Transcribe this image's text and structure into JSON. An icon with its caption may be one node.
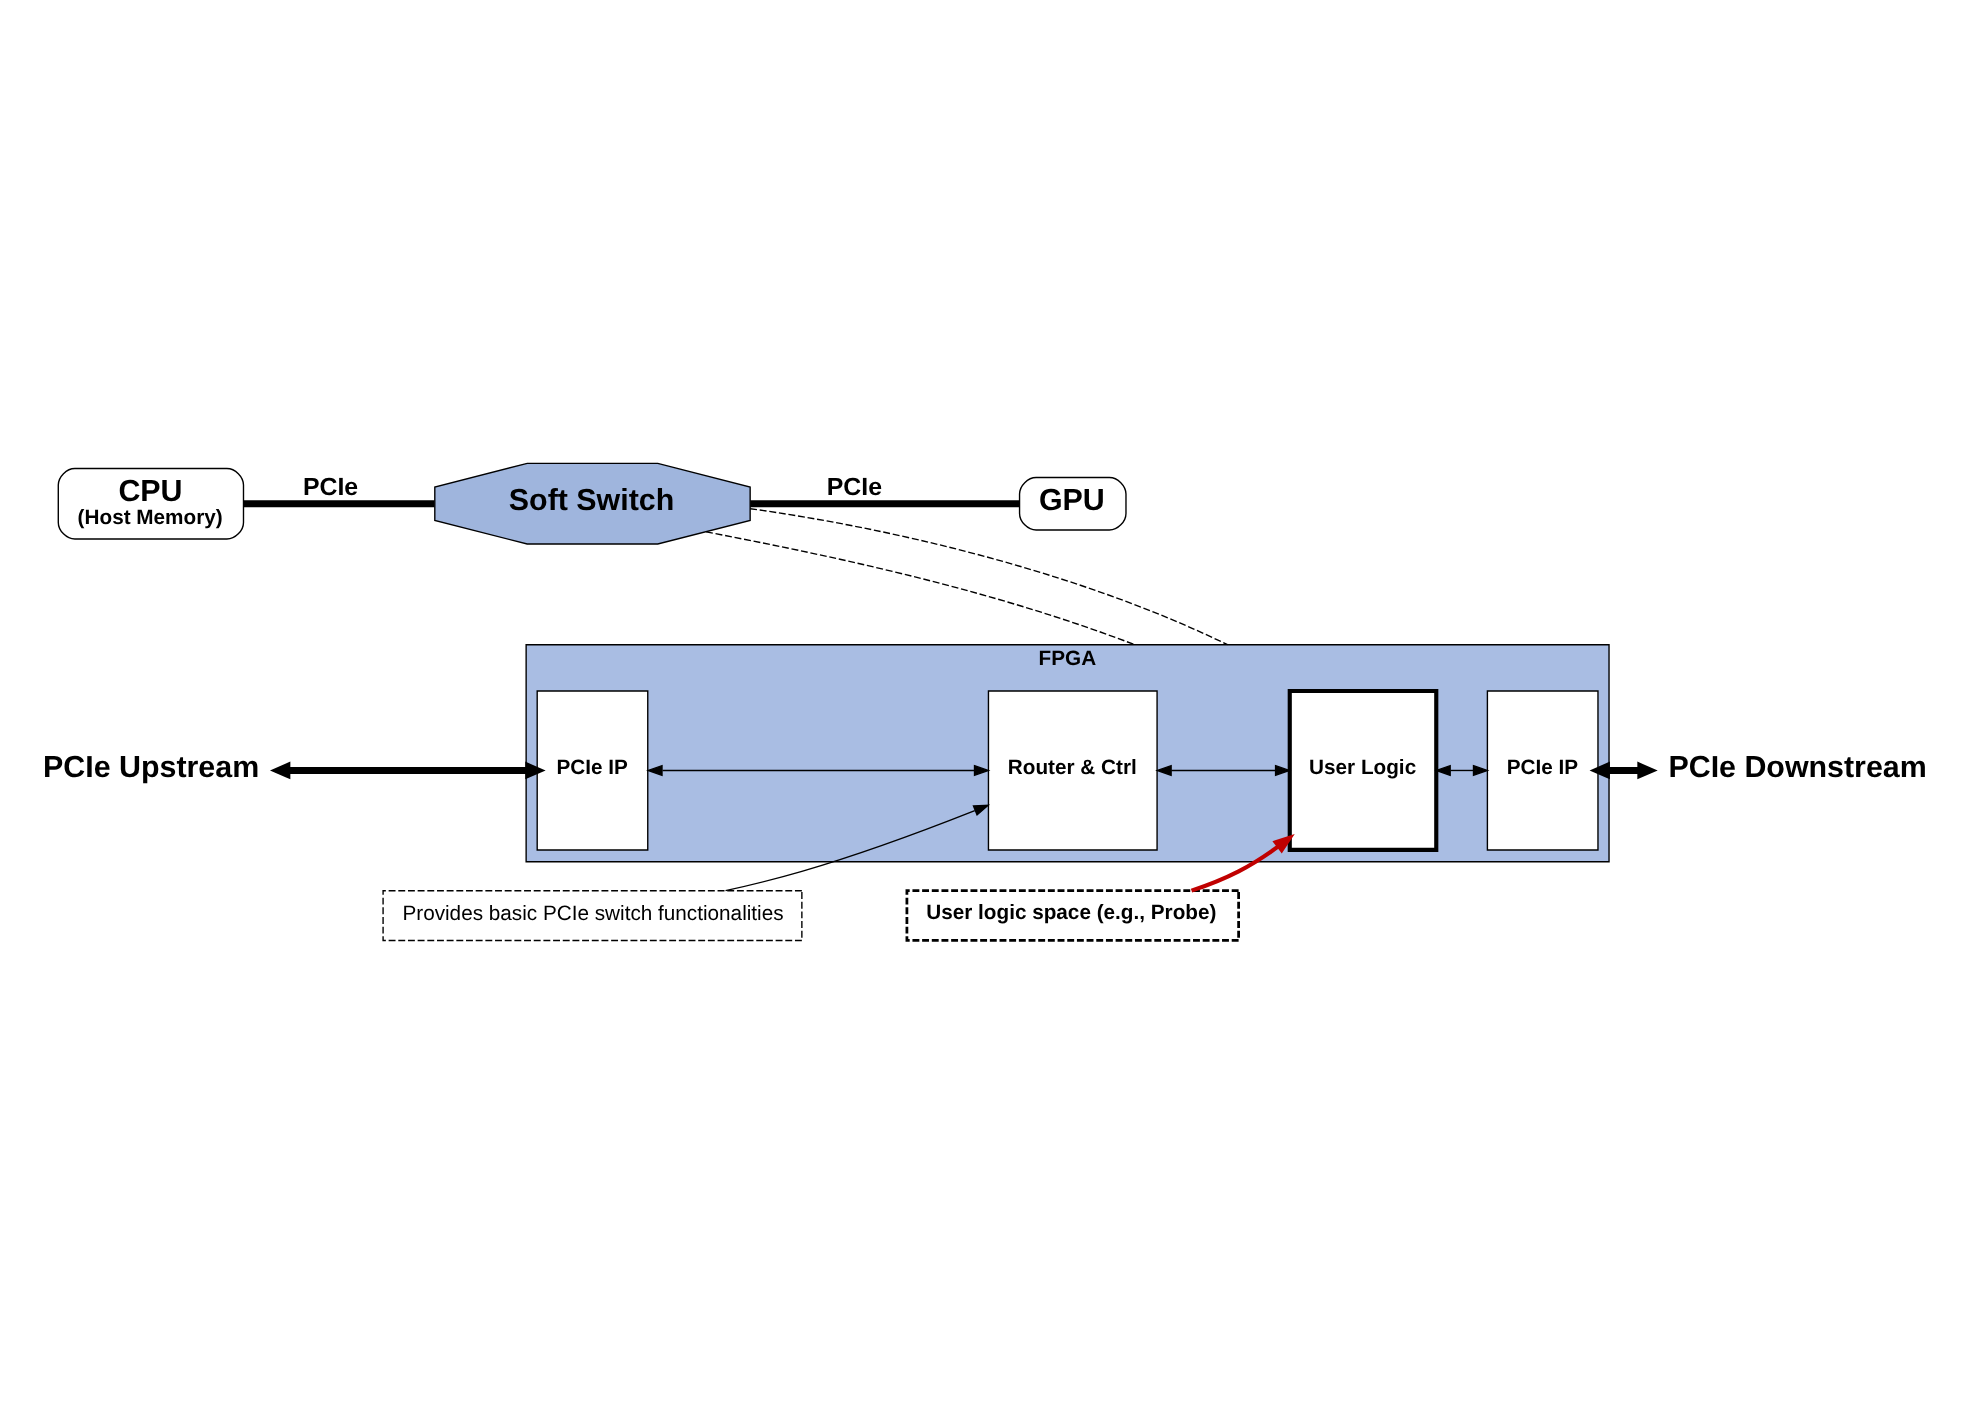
{
  "diagram": {
    "nodes": [
      {
        "text": [
          "CPU",
          "(Host Memory)"
        ]
      },
      {
        "text": [
          "Soft Switch"
        ]
      },
      {
        "text": [
          "GPU"
        ]
      },
      {
        "text": [
          "FPGA"
        ]
      },
      {
        "text": [
          "PCIe IP"
        ],
        "in": 3
      },
      {
        "text": [
          "Router & Ctrl"
        ],
        "in": 3
      },
      {
        "text": [
          "User Logic"
        ],
        "in": 3
      },
      {
        "text": [
          "PCIe IP"
        ],
        "in": 3
      },
      {
        "text": [
          "PCIe Upstream"
        ]
      },
      {
        "text": [
          "PCIe Downstream"
        ]
      },
      {
        "text": [
          "User logic space (e.g., Probe)"
        ]
      },
      {
        "text": [
          "Provides basic PCIe switch functionalities"
        ]
      }
    ],
    "edges": [
      {
        "from": 0,
        "to": 1,
        "arrow": "none",
        "label": "PCIe",
        "style": "thick"
      },
      {
        "from": 1,
        "to": 2,
        "arrow": "none",
        "label": "PCIe",
        "style": "thick"
      },
      {
        "from": 1,
        "to": 3,
        "arrow": "none",
        "style": "dashed"
      },
      {
        "from": 1,
        "to": 3,
        "arrow": "none",
        "style": "dashed"
      },
      {
        "from": 8,
        "to": 4,
        "arrow": "both",
        "style": "thick"
      },
      {
        "from": 4,
        "to": 5,
        "arrow": "both"
      },
      {
        "from": 5,
        "to": 6,
        "arrow": "both"
      },
      {
        "from": 6,
        "to": 7,
        "arrow": "both"
      },
      {
        "from": 7,
        "to": 9,
        "arrow": "both",
        "style": "thick"
      },
      {
        "from": 10,
        "to": 6,
        "arrow": "to",
        "color": "#c00000"
      },
      {
        "from": 11,
        "to": 5,
        "arrow": "to"
      }
    ]
  }
}
